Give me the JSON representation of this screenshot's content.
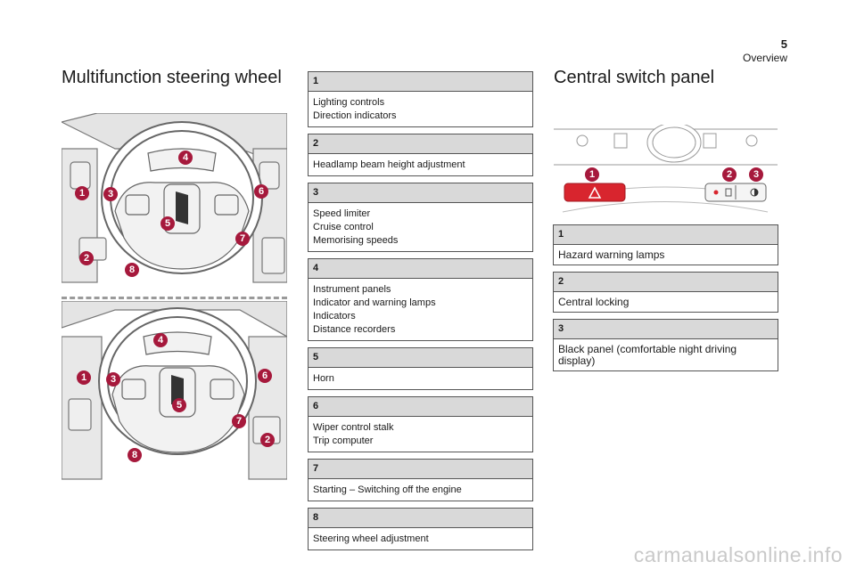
{
  "page": {
    "number": "5",
    "section": "Overview",
    "watermark": "carmanualsonline.info"
  },
  "left": {
    "title": "Multifunction steering wheel",
    "callouts_top": [
      "1",
      "2",
      "3",
      "4",
      "5",
      "6",
      "7",
      "8"
    ],
    "callouts_bottom": [
      "1",
      "2",
      "3",
      "4",
      "5",
      "6",
      "7",
      "8"
    ],
    "items": [
      {
        "num": "1",
        "text": "Lighting controls\nDirection indicators"
      },
      {
        "num": "2",
        "text": "Headlamp beam height adjustment"
      },
      {
        "num": "3",
        "text": "Speed limiter\nCruise control\nMemorising speeds"
      },
      {
        "num": "4",
        "text": "Instrument panels\nIndicator and warning lamps\nIndicators\nDistance recorders"
      },
      {
        "num": "5",
        "text": "Horn"
      },
      {
        "num": "6",
        "text": "Wiper control stalk\nTrip computer"
      },
      {
        "num": "7",
        "text": "Starting – Switching off the engine"
      },
      {
        "num": "8",
        "text": "Steering wheel adjustment"
      }
    ]
  },
  "right": {
    "title": "Central switch panel",
    "callouts": [
      "1",
      "2",
      "3"
    ],
    "items": [
      {
        "num": "1",
        "text": "Hazard warning lamps"
      },
      {
        "num": "2",
        "text": "Central locking"
      },
      {
        "num": "3",
        "text": "Black panel (comfortable night driving display)"
      }
    ]
  },
  "colors": {
    "callout": "#a6193c",
    "hazard": "#d8252e",
    "header_bg": "#d9d9d9"
  }
}
